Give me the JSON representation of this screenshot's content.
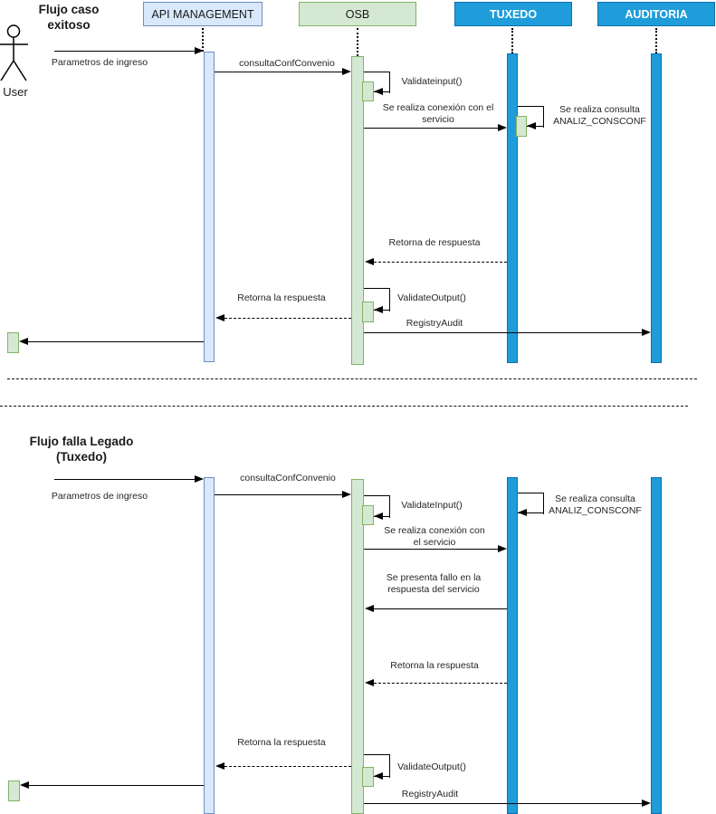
{
  "diagram_type": "uml-sequence-diagram",
  "colors": {
    "api_fill": "#dae8fc",
    "api_border": "#6c8ebf",
    "osb_fill": "#d5e8d4",
    "osb_border": "#82b366",
    "service_fill": "#1e9dda",
    "service_border": "#0f6fb0",
    "line": "#000000"
  },
  "actor": {
    "label": "User"
  },
  "lifelines": {
    "api": "API MANAGEMENT",
    "osb": "OSB",
    "tuxedo": "TUXEDO",
    "auditoria": "AUDITORIA"
  },
  "flow1": {
    "title": "Flujo caso exitoso",
    "msg_params": "Parametros de ingreso",
    "msg_consulta": "consultaConfConvenio",
    "msg_validate_input": "Validateinput()",
    "msg_conexion": "Se realiza conexión con el servicio",
    "msg_consulta_analiz": "Se realiza consulta ANALIZ_CONSCONF",
    "msg_retorna_respuesta": "Retorna de respuesta",
    "msg_validate_output": "ValidateOutput()",
    "msg_retorna_la_respuesta": "Retorna la respuesta",
    "msg_registry_audit": "RegistryAudit"
  },
  "flow2": {
    "title": "Flujo falla Legado (Tuxedo)",
    "msg_params": "Parametros de ingreso",
    "msg_consulta": "consultaConfConvenio",
    "msg_validate_input": "ValidateInput()",
    "msg_consulta_analiz": "Se realiza consulta ANALIZ_CONSCONF",
    "msg_conexion": "Se realiza conexión con el servicio",
    "msg_fallo": "Se presenta fallo en la respuesta del servicio",
    "msg_retorna_tuxedo": "Retorna la respuesta",
    "msg_retorna_api": "Retorna la respuesta",
    "msg_validate_output": "ValidateOutput()",
    "msg_registry_audit": "RegistryAudit"
  }
}
